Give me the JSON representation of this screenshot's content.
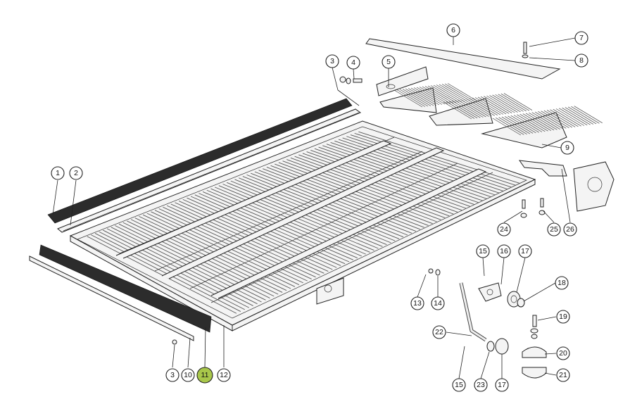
{
  "diagram": {
    "highlight_color": "#a8c74a",
    "callouts": [
      {
        "id": "c1",
        "label": "1"
      },
      {
        "id": "c2",
        "label": "2"
      },
      {
        "id": "c3a",
        "label": "3"
      },
      {
        "id": "c4",
        "label": "4"
      },
      {
        "id": "c5",
        "label": "5"
      },
      {
        "id": "c6",
        "label": "6"
      },
      {
        "id": "c7",
        "label": "7"
      },
      {
        "id": "c8",
        "label": "8"
      },
      {
        "id": "c9",
        "label": "9"
      },
      {
        "id": "c24",
        "label": "24"
      },
      {
        "id": "c25",
        "label": "25"
      },
      {
        "id": "c26",
        "label": "26"
      },
      {
        "id": "c15a",
        "label": "15"
      },
      {
        "id": "c16",
        "label": "16"
      },
      {
        "id": "c17a",
        "label": "17"
      },
      {
        "id": "c18",
        "label": "18"
      },
      {
        "id": "c13",
        "label": "13"
      },
      {
        "id": "c14",
        "label": "14"
      },
      {
        "id": "c19",
        "label": "19"
      },
      {
        "id": "c22",
        "label": "22"
      },
      {
        "id": "c20",
        "label": "20"
      },
      {
        "id": "c21",
        "label": "21"
      },
      {
        "id": "c15b",
        "label": "15"
      },
      {
        "id": "c23",
        "label": "23"
      },
      {
        "id": "c17b",
        "label": "17"
      },
      {
        "id": "c3b",
        "label": "3"
      },
      {
        "id": "c10",
        "label": "10"
      },
      {
        "id": "c11",
        "label": "11",
        "highlighted": true
      },
      {
        "id": "c12",
        "label": "12"
      }
    ]
  }
}
